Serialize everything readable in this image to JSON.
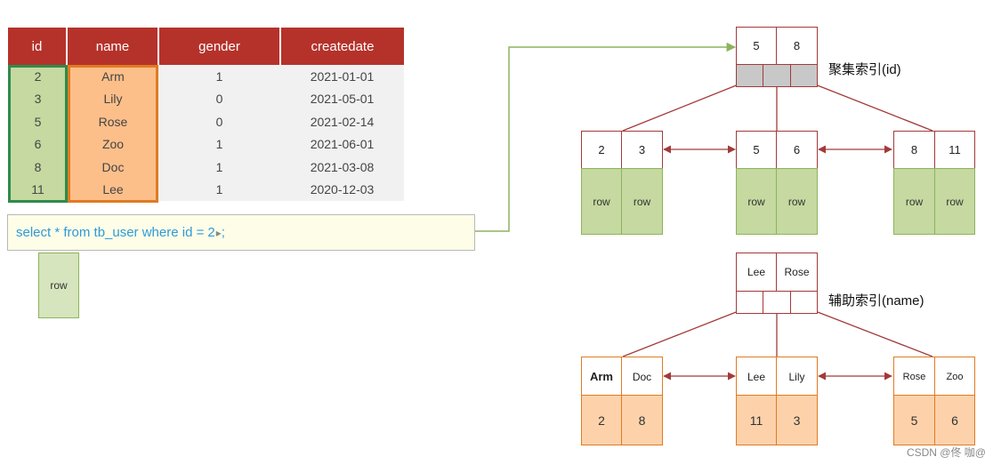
{
  "table": {
    "headers": [
      "id",
      "name",
      "gender",
      "createdate"
    ],
    "rows": [
      [
        "2",
        "Arm",
        "1",
        "2021-01-01"
      ],
      [
        "3",
        "Lily",
        "0",
        "2021-05-01"
      ],
      [
        "5",
        "Rose",
        "0",
        "2021-02-14"
      ],
      [
        "6",
        "Zoo",
        "1",
        "2021-06-01"
      ],
      [
        "8",
        "Doc",
        "1",
        "2021-03-08"
      ],
      [
        "11",
        "Lee",
        "1",
        "2020-12-03"
      ]
    ]
  },
  "sql": {
    "before": "select * from tb_user where id =",
    "value": "2",
    "after": " ;"
  },
  "result_row": "row",
  "clustered_index": {
    "label": "聚集索引(id)",
    "root_keys": [
      "5",
      "8"
    ],
    "leaves": [
      {
        "keys": [
          "2",
          "3"
        ],
        "rows": [
          "row",
          "row"
        ]
      },
      {
        "keys": [
          "5",
          "6"
        ],
        "rows": [
          "row",
          "row"
        ]
      },
      {
        "keys": [
          "8",
          "11"
        ],
        "rows": [
          "row",
          "row"
        ]
      }
    ]
  },
  "secondary_index": {
    "label": "辅助索引(name)",
    "root_keys": [
      "Lee",
      "Rose"
    ],
    "leaves": [
      {
        "keys": [
          "Arm",
          "Doc"
        ],
        "values": [
          "2",
          "8"
        ]
      },
      {
        "keys": [
          "Lee",
          "Lily"
        ],
        "values": [
          "11",
          "3"
        ]
      },
      {
        "keys": [
          "Rose",
          "Zoo"
        ],
        "values": [
          "5",
          "6"
        ]
      }
    ]
  },
  "watermark": "CSDN @佟 咖@",
  "colors": {
    "header_red": "#b5322b",
    "id_green": "#c5d9a0",
    "name_orange": "#fdbf8a",
    "sql_blue": "#2e9ad8",
    "tree_line": "#a23a3a"
  }
}
